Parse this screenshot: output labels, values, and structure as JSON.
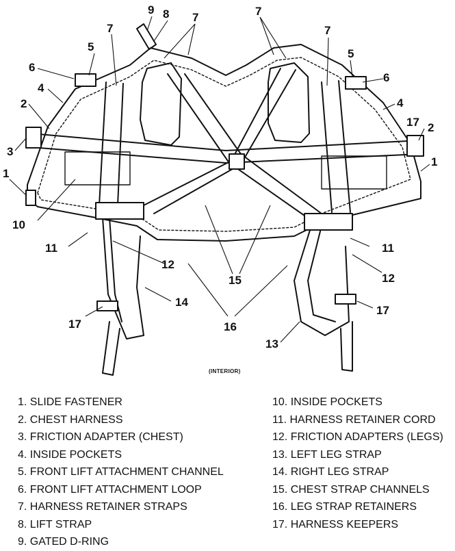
{
  "caption": "(INTERIOR)",
  "legend_left": [
    "1. SLIDE FASTENER",
    "2. CHEST HARNESS",
    "3. FRICTION ADAPTER (CHEST)",
    "4. INSIDE POCKETS",
    "5. FRONT LIFT ATTACHMENT CHANNEL",
    "6. FRONT LIFT ATTACHMENT LOOP",
    "7. HARNESS RETAINER STRAPS",
    "8. LIFT STRAP",
    "9. GATED D-RING"
  ],
  "legend_right": [
    "10. INSIDE POCKETS",
    "11. HARNESS RETAINER CORD",
    "12. FRICTION ADAPTERS (LEGS)",
    "13. LEFT LEG STRAP",
    "14. RIGHT LEG STRAP",
    "15. CHEST STRAP CHANNELS",
    "16. LEG STRAP RETAINERS",
    "17. HARNESS KEEPERS"
  ],
  "callouts": [
    "9",
    "8",
    "7",
    "7",
    "7",
    "5",
    "6",
    "4",
    "2",
    "3",
    "1",
    "10",
    "11",
    "12",
    "14",
    "17",
    "15",
    "16",
    "13",
    "17",
    "12",
    "11",
    "1",
    "2",
    "17",
    "4",
    "6",
    "5",
    "7"
  ]
}
